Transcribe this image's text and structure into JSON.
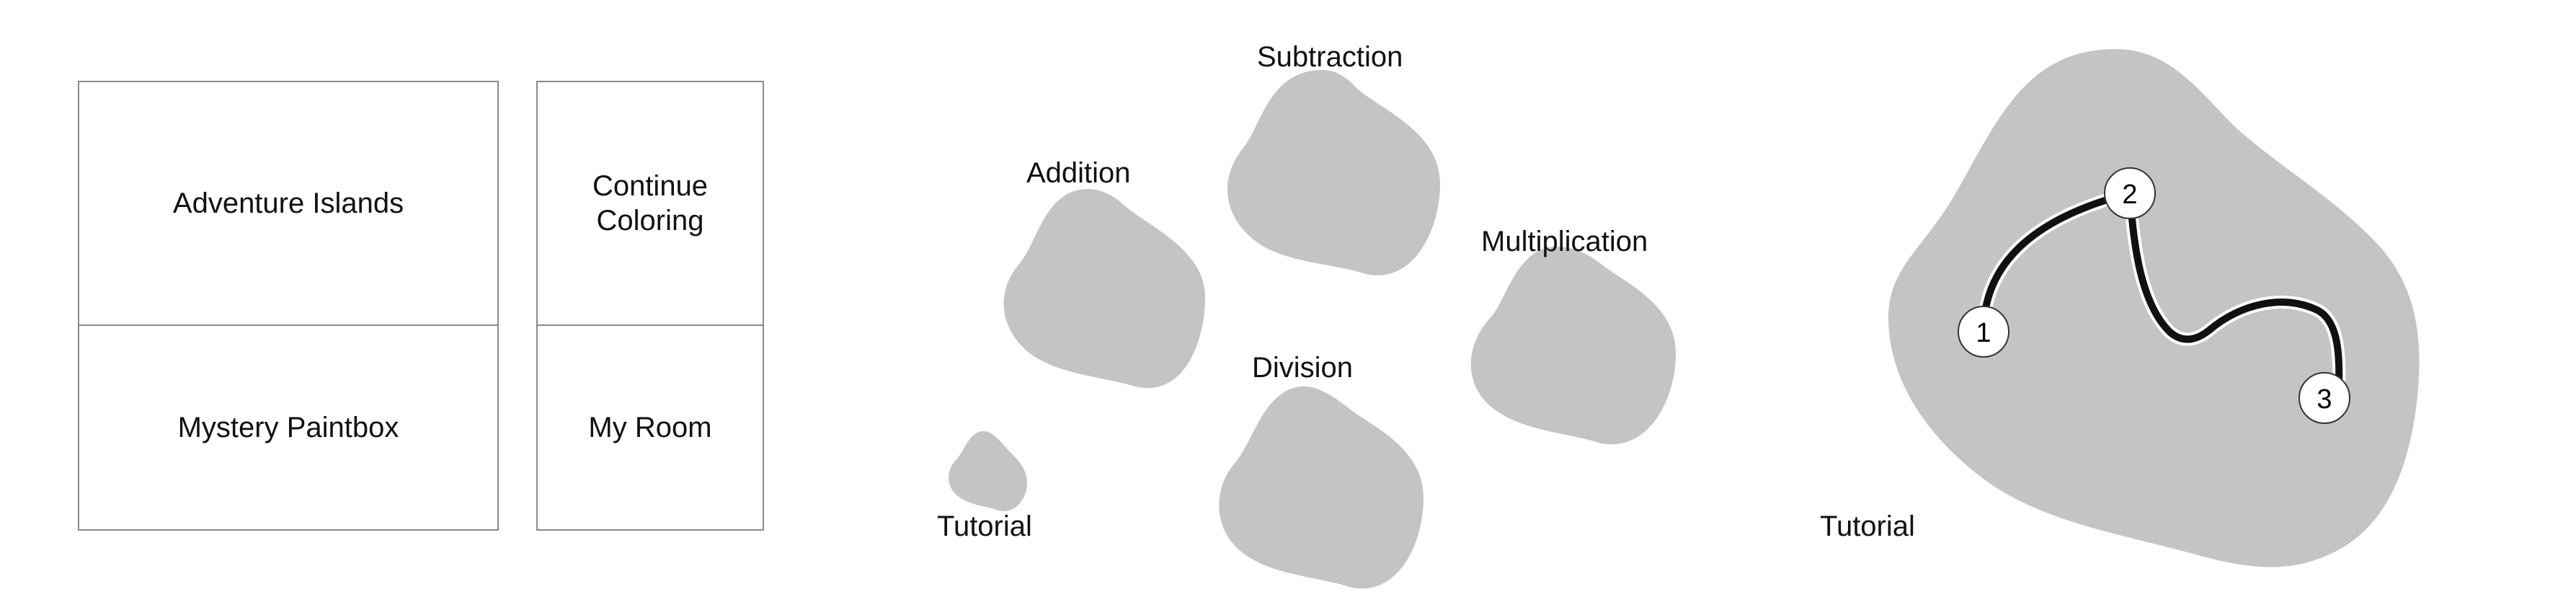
{
  "menu": {
    "adventure_islands": "Adventure Islands",
    "continue_coloring": "Continue\nColoring",
    "mystery_paintbox": "Mystery Paintbox",
    "my_room": "My Room"
  },
  "island_map": {
    "subtraction": "Subtraction",
    "addition": "Addition",
    "multiplication": "Multiplication",
    "division": "Division",
    "tutorial": "Tutorial"
  },
  "tutorial_island": {
    "title": "Tutorial",
    "levels": [
      "1",
      "2",
      "3"
    ]
  },
  "colors": {
    "island_fill": "#c4c4c4",
    "tile_border": "#8a8a8a",
    "path_stroke": "#111111"
  }
}
